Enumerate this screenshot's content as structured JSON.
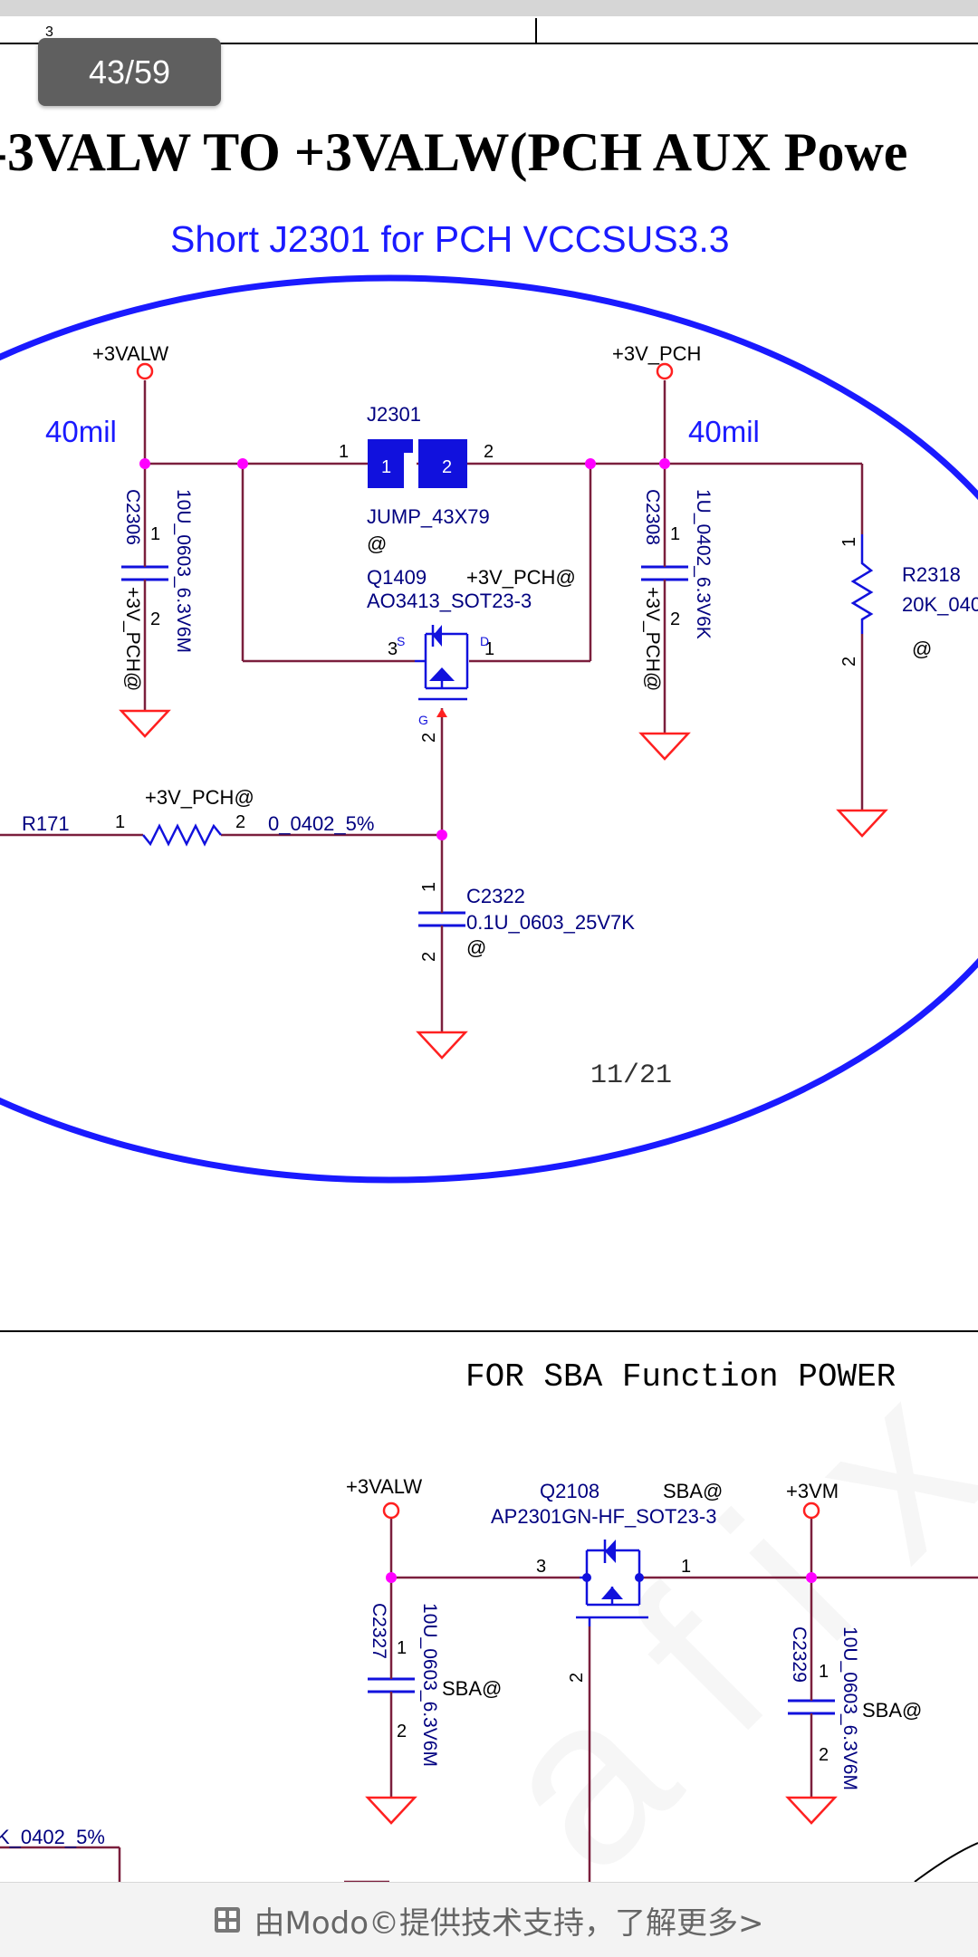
{
  "viewer": {
    "page_indicator": "43/59",
    "footer_text": "由Modo©提供技术支持，了解更多>",
    "footer_icon": "modo-logo-icon"
  },
  "schematic": {
    "frame_label": "3",
    "title": "-3VALW TO +3VALW(PCH AUX Powe",
    "note": "Short J2301 for PCH VCCSUS3.3",
    "sheet_ref": "11/21",
    "section2_title": "FOR SBA Function POWER",
    "watermark": "a f i x . c",
    "rail_left": "+3VALW",
    "rail_right": "+3V_PCH",
    "width_left": "40mil",
    "width_right": "40mil",
    "j2301": {
      "ref": "J2301",
      "value": "JUMP_43X79",
      "pin1": "1",
      "pin2": "2",
      "body1": "1",
      "body2": "2",
      "opt": "@"
    },
    "q1409": {
      "ref": "Q1409",
      "value": "AO3413_SOT23-3",
      "opt": "+3V_PCH@",
      "pin3": "3",
      "pin1": "1",
      "pin2": "2",
      "label_s": "S",
      "label_d": "D",
      "label_g": "G"
    },
    "c2306": {
      "ref": "C2306",
      "value": "10U_0603_6.3V6M",
      "opt": "+3V_PCH@",
      "pin1": "1",
      "pin2": "2"
    },
    "c2308": {
      "ref": "C2308",
      "value": "1U_0402_6.3V6K",
      "opt": "+3V_PCH@",
      "pin1": "1",
      "pin2": "2"
    },
    "r2318": {
      "ref": "R2318",
      "value": "20K_040",
      "opt": "@",
      "pin1": "1",
      "pin2": "2"
    },
    "r171": {
      "ref": "R171",
      "value": "0_0402_5%",
      "opt": "+3V_PCH@",
      "pin1": "1",
      "pin2": "2"
    },
    "c2322": {
      "ref": "C2322",
      "value": "0.1U_0603_25V7K",
      "opt": "@",
      "pin1": "1",
      "pin2": "2"
    },
    "sba": {
      "rail_in": "+3VALW",
      "rail_out": "+3VM",
      "q2108": {
        "ref": "Q2108",
        "value": "AP2301GN-HF_SOT23-3",
        "opt": "SBA@",
        "pin3": "3",
        "pin1": "1",
        "pin2": "2"
      },
      "c2327": {
        "ref": "C2327",
        "value": "10U_0603_6.3V6M",
        "opt": "SBA@",
        "pin1": "1",
        "pin2": "2"
      },
      "c2329": {
        "ref": "C2329",
        "value": "10U_0603_6.3V6M",
        "opt": "SBA@",
        "pin1": "1",
        "pin2": "2"
      },
      "partial_value": "K_0402_5%"
    }
  },
  "colors": {
    "wire": "#7b1f3d",
    "symbol": "#1111dd",
    "label": "#000080",
    "junction": "#ff00ff",
    "ground": "#ff2020",
    "annotation": "#1a1aff"
  }
}
